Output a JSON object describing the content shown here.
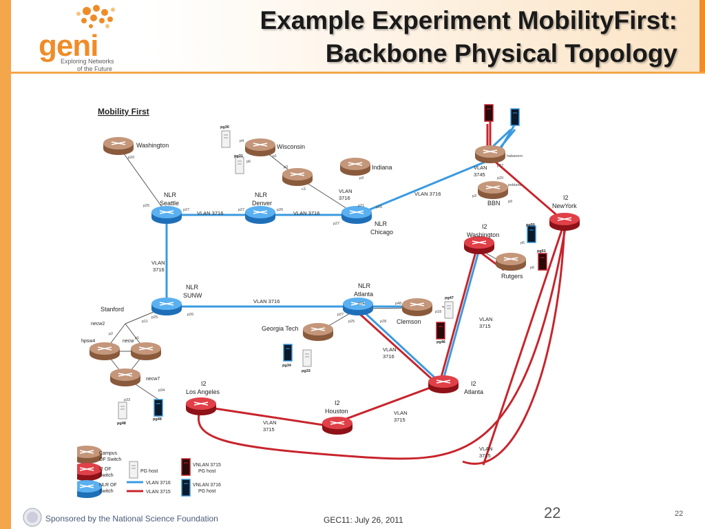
{
  "slide": {
    "title_line1": "Example Experiment MobilityFirst:",
    "title_line2": "Backbone Physical Topology",
    "logo_word": "geni",
    "logo_tag_line1": "Exploring Networks",
    "logo_tag_line2": "of the Future",
    "colors": {
      "accent": "#f08c28",
      "nlr_blue": "#3a9ae0",
      "i2_red": "#c8242c",
      "campus_brown": "#b07a58"
    }
  },
  "diagram": {
    "heading": "Mobility First",
    "nodes": {
      "washington": "Washington",
      "wisconsin": "Wisconsin",
      "indiana": "Indiana",
      "nlr_seattle_1": "NLR",
      "nlr_seattle_2": "Seattle",
      "nlr_denver_1": "NLR",
      "nlr_denver_2": "Denver",
      "nlr_chicago_1": "NLR",
      "nlr_chicago_2": "Chicago",
      "bbn": "BBN",
      "i2_newyork_1": "I2",
      "i2_newyork_2": "NewYork",
      "i2_washington_1": "I2",
      "i2_washington_2": "Washington",
      "rutgers": "Rutgers",
      "nlr_sunw_1": "NLR",
      "nlr_sunw_2": "SUNW",
      "nlr_atlanta_1": "NLR",
      "nlr_atlanta_2": "Atlanta",
      "clemson": "Clemson",
      "georgia_tech": "Georgia Tech",
      "stanford": "Stanford",
      "necw2": "necw2",
      "hpsw4": "hpsw4",
      "necw": "necw",
      "necw7": "necw7",
      "i2_losangeles_1": "I2",
      "i2_losangeles_2": "Los Angeles",
      "i2_houston_1": "I2",
      "i2_houston_2": "Houston",
      "i2_atlanta_1": "I2",
      "i2_atlanta_2": "Atlanta"
    },
    "link_labels": {
      "vlan3716": "VLAN 3716",
      "vlan": "VLAN",
      "n3716": "3716",
      "n3715": "3715",
      "n3745": "3745"
    },
    "ports": {
      "p20": "p20",
      "p25": "p25",
      "p27": "p27",
      "p26": "p26",
      "p4": "p4",
      "p6": "p6",
      "p1": "p1",
      "p3": "p3",
      "c3": "c3",
      "p21": "p21",
      "p47": "p47",
      "p9": "p9",
      "p5": "p5",
      "p11": "p11",
      "p2": "p2",
      "p19": "p19",
      "p48": "p48",
      "p18": "p18",
      "p28": "p28",
      "p34": "p34",
      "p33": "p33",
      "habanero": "habanero",
      "poblano": "poblano"
    },
    "hosts": {
      "pg30": "pg30",
      "pg31": "pg31",
      "pg50": "pg50",
      "pg51": "pg51",
      "pg47": "pg47",
      "pg46": "pg46",
      "pg34": "pg34",
      "pg33": "pg33",
      "pg48": "pg48",
      "pg49": "pg49"
    },
    "legend": {
      "campus_1": "Campus",
      "campus_2": "OF Switch",
      "i2_1": "I2 OF",
      "i2_2": "Switch",
      "nlr_1": "NLR OF",
      "nlr_2": "Switch",
      "pg_host": "PG host",
      "vlan3716": "VLAN 3716",
      "vlan3715": "VLAN 3715",
      "vnlan3715_1": "VNLAN 3715",
      "vnlan3715_2": "PG host",
      "vlan3716host_1": "VNLAN 3716",
      "vlan3716host_2": "PG host"
    }
  },
  "footer": {
    "sponsor": "Sponsored by the National Science Foundation",
    "date": "GEC11: July 26, 2011",
    "page_large": "22",
    "page_small": "22"
  }
}
